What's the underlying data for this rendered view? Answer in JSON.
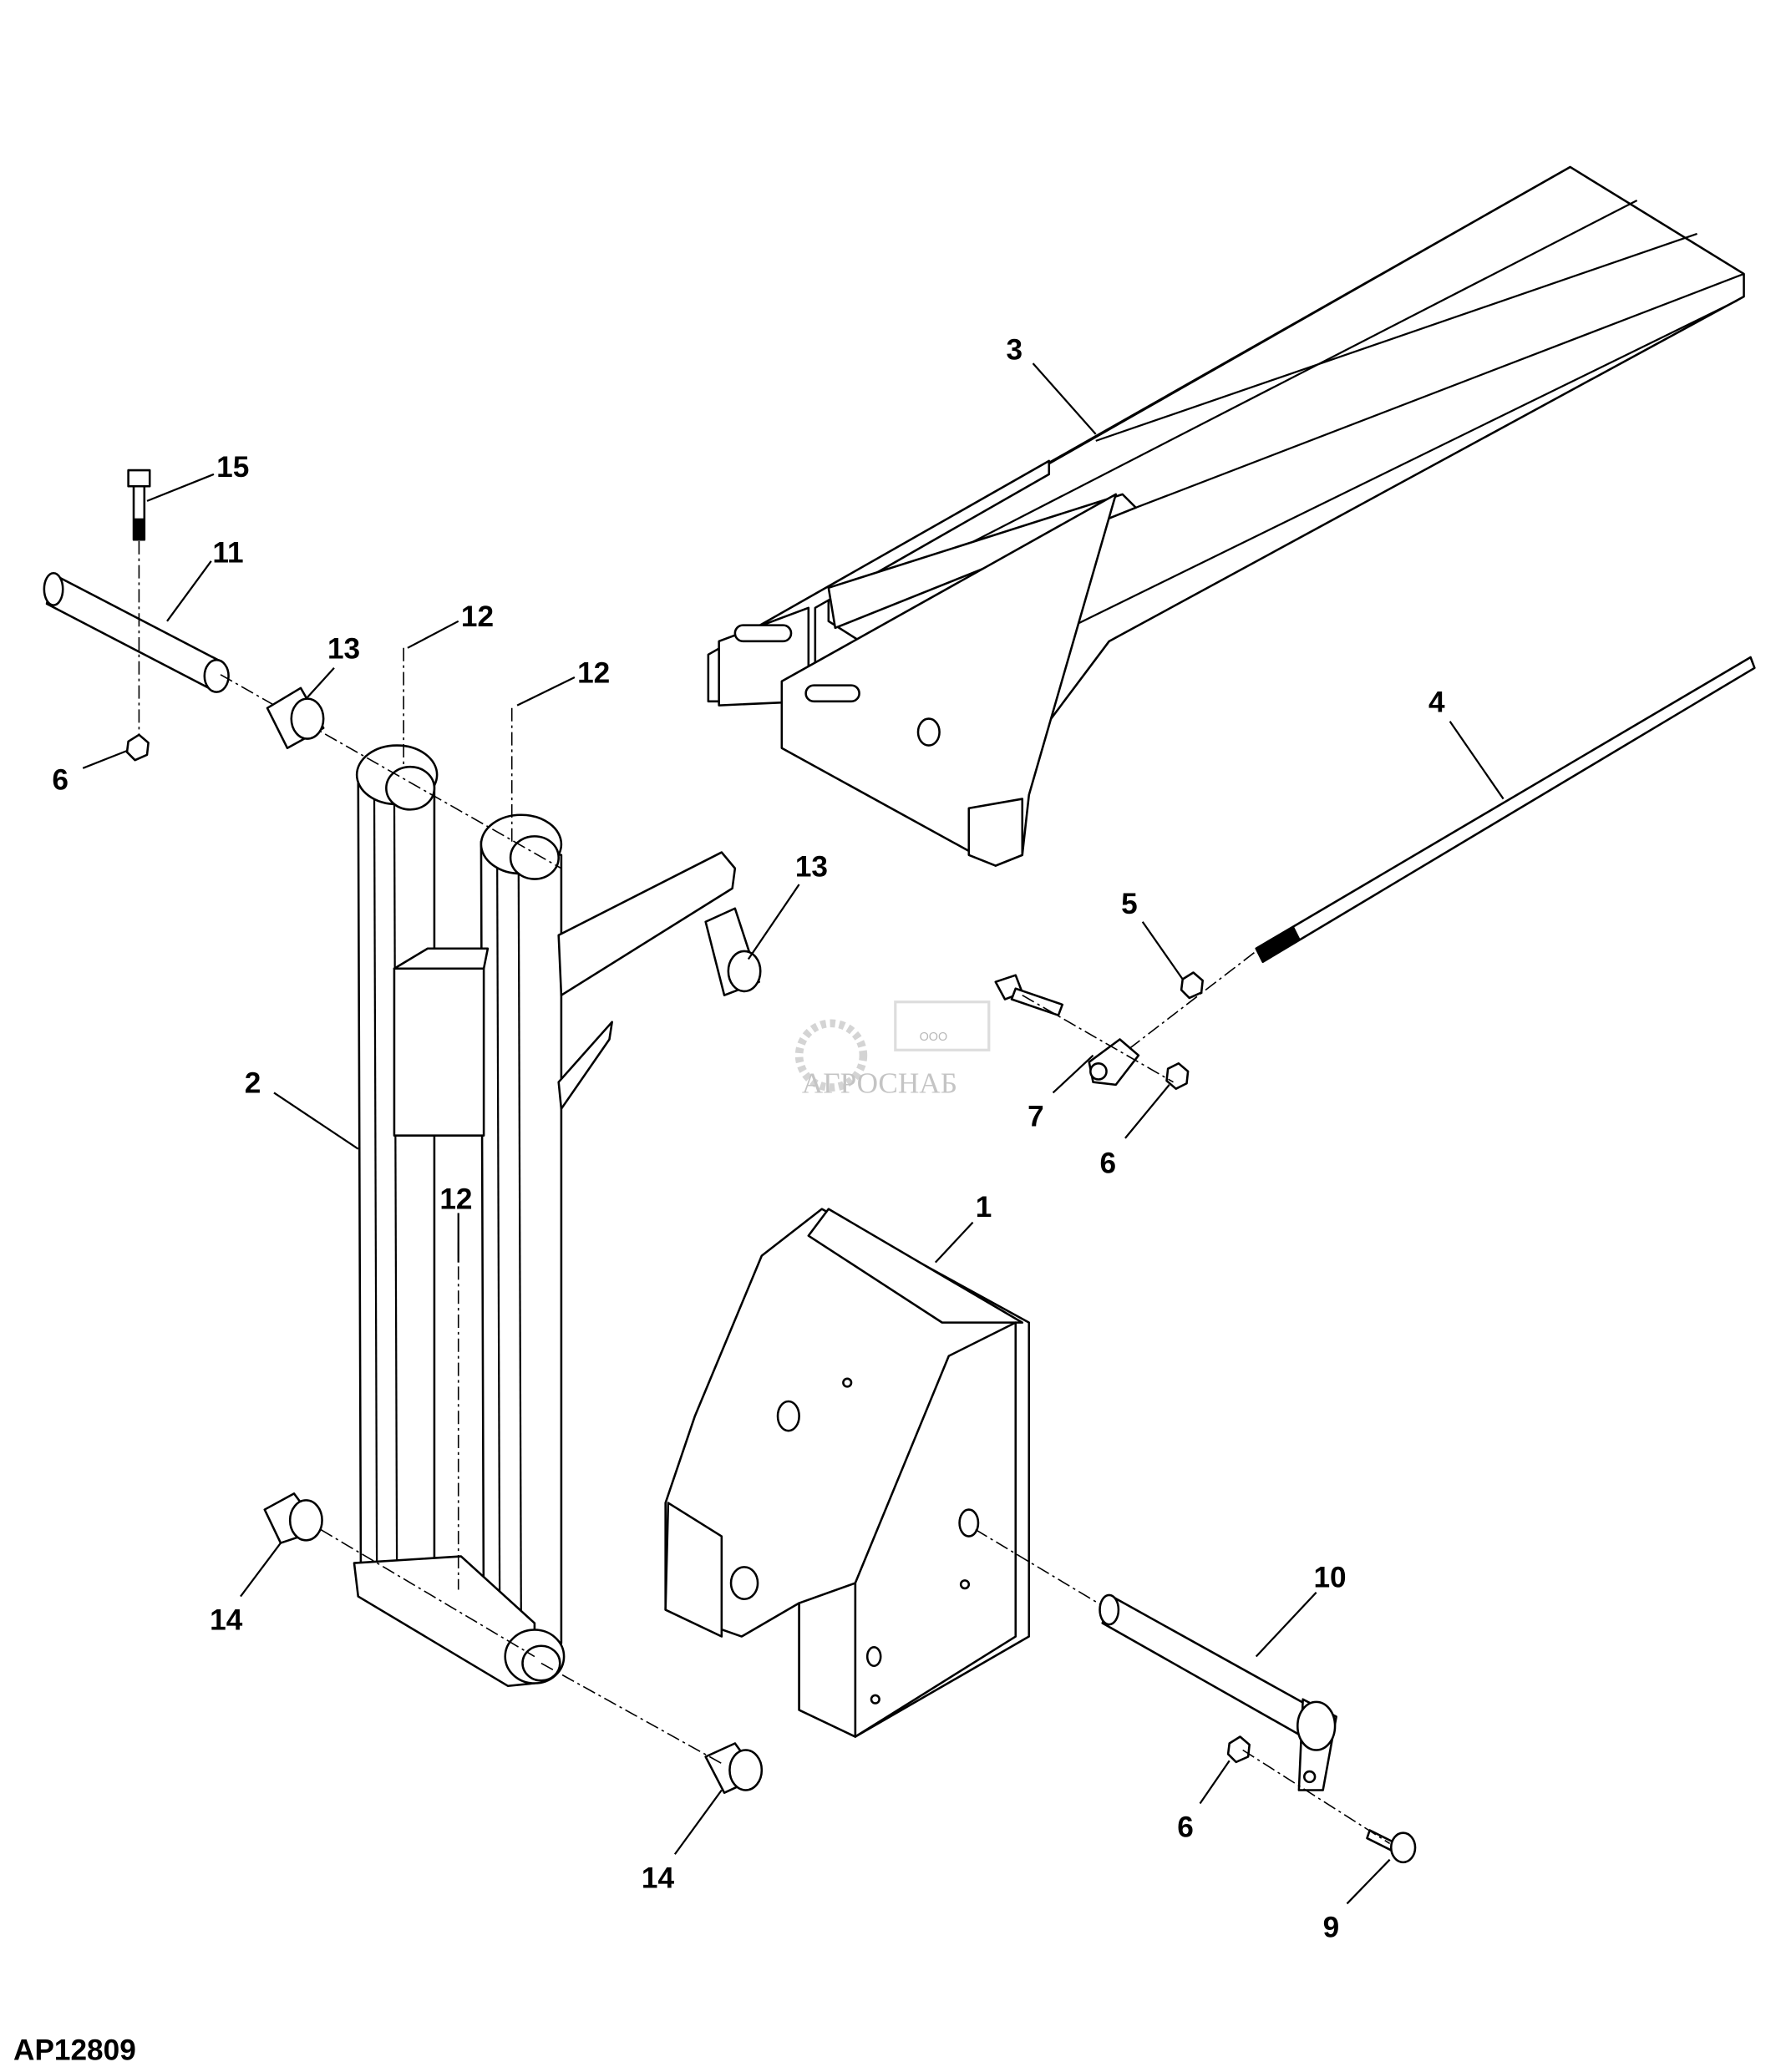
{
  "figure_id": "AP12809",
  "watermark": {
    "prefix": "ООО",
    "name": "АГРОСНАБ"
  },
  "callouts": [
    {
      "id": "c15",
      "label": "15"
    },
    {
      "id": "c11",
      "label": "11"
    },
    {
      "id": "c12a",
      "label": "12"
    },
    {
      "id": "c13a",
      "label": "13"
    },
    {
      "id": "c12b",
      "label": "12"
    },
    {
      "id": "c6a",
      "label": "6"
    },
    {
      "id": "c3",
      "label": "3"
    },
    {
      "id": "c4",
      "label": "4"
    },
    {
      "id": "c13b",
      "label": "13"
    },
    {
      "id": "c5",
      "label": "5"
    },
    {
      "id": "c2",
      "label": "2"
    },
    {
      "id": "c7",
      "label": "7"
    },
    {
      "id": "c6b",
      "label": "6"
    },
    {
      "id": "c12c",
      "label": "12"
    },
    {
      "id": "c1",
      "label": "1"
    },
    {
      "id": "c14a",
      "label": "14"
    },
    {
      "id": "c10",
      "label": "10"
    },
    {
      "id": "c14b",
      "label": "14"
    },
    {
      "id": "c6c",
      "label": "6"
    },
    {
      "id": "c9",
      "label": "9"
    }
  ]
}
